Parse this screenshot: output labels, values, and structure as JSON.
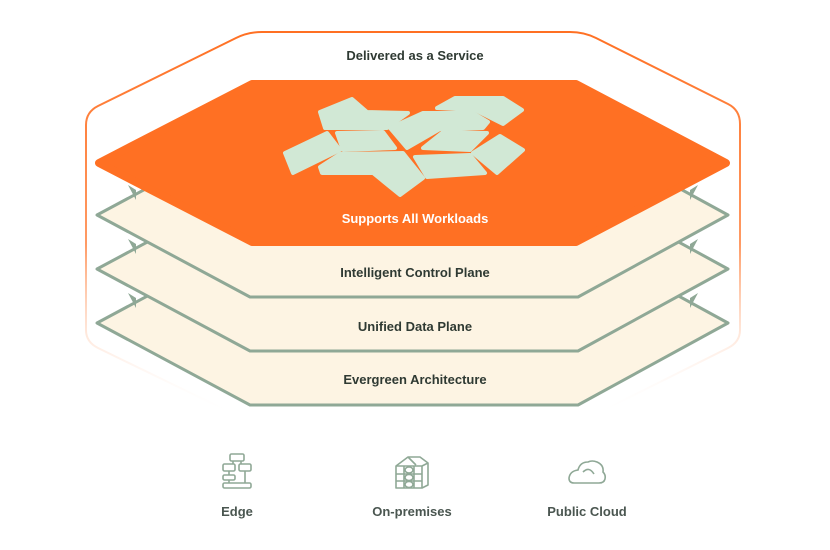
{
  "outer_label": "Delivered as a Service",
  "layers": [
    {
      "label": "Supports All Workloads"
    },
    {
      "label": "Intelligent Control Plane"
    },
    {
      "label": "Unified Data Plane"
    },
    {
      "label": "Evergreen Architecture"
    }
  ],
  "platforms": [
    {
      "label": "Edge",
      "icon": "edge-icon"
    },
    {
      "label": "On-premises",
      "icon": "building-icon"
    },
    {
      "label": "Public Cloud",
      "icon": "cloud-icon"
    }
  ],
  "colors": {
    "orange": "#ff7023",
    "cream": "#fdf4e3",
    "sage": "#8fa896",
    "brick": "#d1e8d5"
  }
}
